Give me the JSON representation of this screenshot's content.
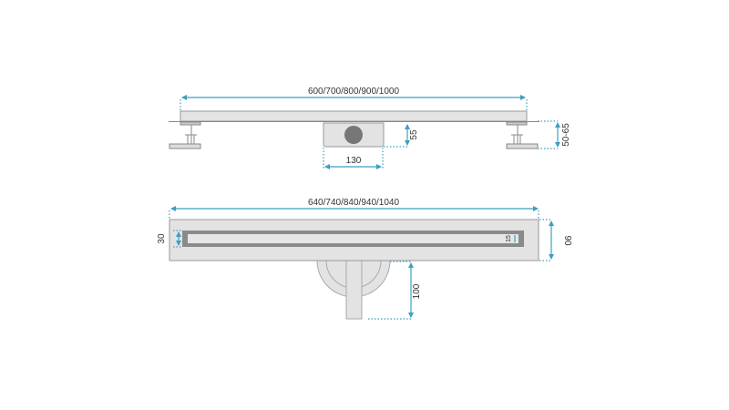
{
  "side_view": {
    "length_label": "600/700/800/900/1000",
    "drain_width_label": "130",
    "drain_height_label": "55",
    "leg_height_label": "50-65"
  },
  "top_view": {
    "length_label": "640/740/840/940/1040",
    "slot_width_label": "30",
    "grate_width_label": "15",
    "plate_width_label": "90",
    "outlet_depth_label": "100"
  },
  "colors": {
    "dimension": "#3d9fc0",
    "part": "#e3e3e3",
    "outline": "#9a9a9a"
  }
}
